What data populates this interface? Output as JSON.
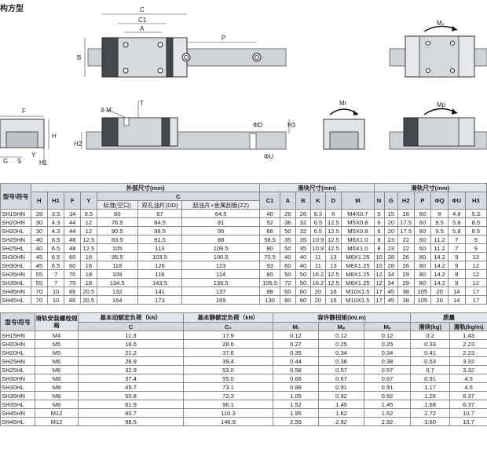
{
  "header": {
    "partial_title": "构方型"
  },
  "drawings": {
    "top_view": {
      "labels": [
        "C",
        "C1",
        "A",
        "B",
        "P"
      ]
    },
    "front_view": {
      "labels": [
        "4-M",
        "T",
        "F",
        "H",
        "H1",
        "Y",
        "G",
        "S"
      ]
    },
    "rail_section": {
      "labels": [
        "ΦD",
        "ΦU",
        "H3",
        "H2"
      ]
    },
    "moments": {
      "my_label": "Mᵧ",
      "mr_label": "Mr",
      "mp_label": "Mp"
    }
  },
  "table1": {
    "col_header_model": "型号\\符号",
    "group_outer": "外部尺寸(mm)",
    "group_block": "滑块尺寸(mm)",
    "group_rail": "滑轨尺寸(mm)",
    "sym": [
      "H",
      "H1",
      "F",
      "Y",
      "C",
      "C1",
      "A",
      "B",
      "K",
      "D",
      "M",
      "N",
      "G",
      "H2",
      "P",
      "ΦQ",
      "ΦU",
      "H3"
    ],
    "c_sub": [
      "标准(空口)",
      "双孔油片(DD)",
      "刮油片+金属刮板(ZZ)"
    ],
    "rows": [
      [
        "SH15HN",
        "28",
        "3.5",
        "34",
        "9.5",
        "60",
        "67",
        "64.5",
        "40",
        "26",
        "26",
        "8.3",
        "6",
        "M4X0.7",
        "5",
        "15",
        "16",
        "60",
        "8",
        "4.8",
        "5.3"
      ],
      [
        "SH20HN",
        "30",
        "4.3",
        "44",
        "12",
        "76.5",
        "84.5",
        "81",
        "52",
        "36",
        "32",
        "6.5",
        "12.5",
        "M5X0.8",
        "6",
        "20",
        "17.5",
        "60",
        "9.5",
        "5.8",
        "8.5"
      ],
      [
        "SH20HL",
        "30",
        "4.3",
        "44",
        "12",
        "90.5",
        "98.5",
        "95",
        "66",
        "50",
        "32",
        "6.5",
        "12.5",
        "M5X0.8",
        "6",
        "20",
        "17.5",
        "60",
        "9.5",
        "5.8",
        "8.5"
      ],
      [
        "SH25HN",
        "40",
        "6.5",
        "48",
        "12.5",
        "83.5",
        "91.5",
        "88",
        "58.5",
        "35",
        "35",
        "10.9",
        "12.5",
        "M6X1.0",
        "8",
        "23",
        "22",
        "60",
        "11.2",
        "7",
        "9"
      ],
      [
        "SH25HL",
        "40",
        "6.5",
        "48",
        "12.5",
        "105",
        "113",
        "109.5",
        "80",
        "50",
        "35",
        "10.9",
        "12.5",
        "M6X1.0",
        "8",
        "23",
        "22",
        "60",
        "11.2",
        "7",
        "9"
      ],
      [
        "SH30HN",
        "45",
        "6.5",
        "60",
        "16",
        "95.5",
        "103.5",
        "100.5",
        "70.5",
        "40",
        "40",
        "11",
        "13",
        "M8X1.25",
        "10",
        "28",
        "26",
        "80",
        "14.2",
        "9",
        "12"
      ],
      [
        "SH30HL",
        "45",
        "6.5",
        "60",
        "16",
        "118",
        "126",
        "123",
        "93",
        "60",
        "40",
        "11",
        "13",
        "M8X1.25",
        "10",
        "28",
        "26",
        "80",
        "14.2",
        "9",
        "12"
      ],
      [
        "SH35HN",
        "55",
        "7",
        "70",
        "18",
        "109",
        "116",
        "114",
        "80",
        "50",
        "50",
        "16.2",
        "12.5",
        "M8X1.25",
        "12",
        "34",
        "29",
        "80",
        "14.2",
        "9",
        "12"
      ],
      [
        "SH35HL",
        "55",
        "7",
        "70",
        "18",
        "134.5",
        "143.5",
        "139.5",
        "105.5",
        "72",
        "50",
        "16.2",
        "12.5",
        "M8X1.25",
        "12",
        "34",
        "29",
        "80",
        "14.2",
        "9",
        "12"
      ],
      [
        "SH45HN",
        "70",
        "10",
        "86",
        "20.5",
        "132",
        "141",
        "137",
        "98",
        "60",
        "60",
        "20",
        "16",
        "M10X1.5",
        "17",
        "45",
        "38",
        "105",
        "20",
        "14",
        "17"
      ],
      [
        "SH45HL",
        "70",
        "10",
        "86",
        "20.5",
        "164",
        "173",
        "169",
        "130",
        "80",
        "60",
        "20",
        "16",
        "M10X1.5",
        "17",
        "45",
        "38",
        "105",
        "20",
        "14",
        "17"
      ]
    ]
  },
  "table2": {
    "col_header_model": "型号\\符号",
    "col_bolt": "滑轨安装螺栓规格",
    "col_dynamic": "基本动额定负荷（kN）",
    "col_static": "基本静额定负荷（kN）",
    "col_moment": "容许静扭矩(kN.m)",
    "col_mass": "质量",
    "sym_dynamic": "C",
    "sym_static": "C₀",
    "sym_mr": "Mᵣ",
    "sym_mp": "Mₚ",
    "sym_my": "Mᵧ",
    "mass_block": "滑块(kg)",
    "mass_rail": "滑轨(kg/m)",
    "rows": [
      [
        "SH15HN",
        "M4",
        "11.3",
        "17.9",
        "0.12",
        "0.12",
        "0.12",
        "0.2",
        "1.43"
      ],
      [
        "SH20HN",
        "M5",
        "18.6",
        "28.6",
        "0.27",
        "0.25",
        "0.25",
        "0.33",
        "2.23"
      ],
      [
        "SH20HL",
        "M5",
        "22.2",
        "37.6",
        "0.35",
        "0.34",
        "0.34",
        "0.41",
        "2.23"
      ],
      [
        "SH25HN",
        "M6",
        "26.9",
        "39.4",
        "0.44",
        "0.38",
        "0.38",
        "0.53",
        "3.32"
      ],
      [
        "SH25HL",
        "M6",
        "32.9",
        "53.0",
        "0.58",
        "0.57",
        "0.57",
        "0.7",
        "3.32"
      ],
      [
        "SH30HN",
        "M8",
        "37.4",
        "55.0",
        "0.66",
        "0.67",
        "0.67",
        "0.91",
        "4.5"
      ],
      [
        "SH30HL",
        "M8",
        "45.7",
        "73.1",
        "0.88",
        "0.91",
        "0.91",
        "1.17",
        "4.5"
      ],
      [
        "SH35HN",
        "M8",
        "50.8",
        "72.3",
        "1.05",
        "0.92",
        "0.92",
        "1.26",
        "6.37"
      ],
      [
        "SH35HL",
        "M8",
        "61.9",
        "96.1",
        "1.52",
        "1.45",
        "1.45",
        "1.68",
        "6.37"
      ],
      [
        "SH45HN",
        "M12",
        "80.7",
        "110.3",
        "1.95",
        "1.62",
        "1.62",
        "2.72",
        "10.7"
      ],
      [
        "SH45HL",
        "M12",
        "98.5",
        "146.9",
        "2.59",
        "2.92",
        "2.92",
        "3.60",
        "10.7"
      ]
    ]
  }
}
